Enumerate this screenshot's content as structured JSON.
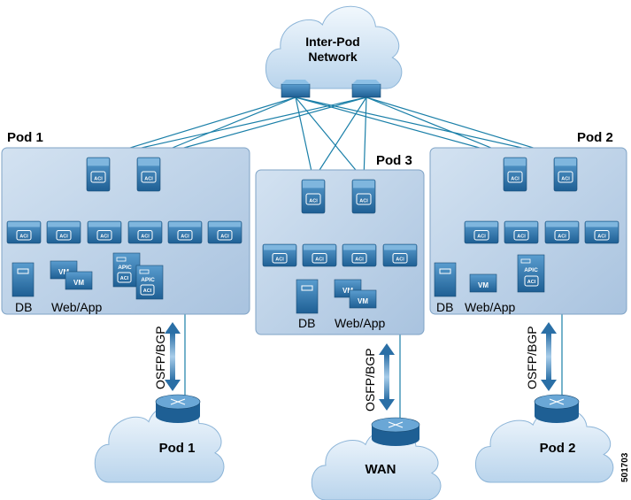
{
  "ipn": {
    "line1": "Inter-Pod",
    "line2": "Network"
  },
  "pods": [
    {
      "name": "Pod 1",
      "db": "DB",
      "webapp": "Web/App",
      "vm": "VM",
      "apic": "APIC"
    },
    {
      "name": "Pod 3",
      "db": "DB",
      "webapp": "Web/App",
      "vm": "VM"
    },
    {
      "name": "Pod 2",
      "db": "DB",
      "webapp": "Web/App",
      "vm": "VM",
      "apic": "APIC"
    }
  ],
  "switch_badge": "ACI",
  "protocol": "OSFP/BGP",
  "external": [
    {
      "name": "Pod 1"
    },
    {
      "name": "WAN"
    },
    {
      "name": "Pod 2"
    }
  ],
  "figure_id": "501703",
  "colors": {
    "link": "#1a7fa8",
    "pod_fill": "#c5d8ec",
    "switch": "#2e78b0",
    "cloud": "#dceaf6"
  }
}
